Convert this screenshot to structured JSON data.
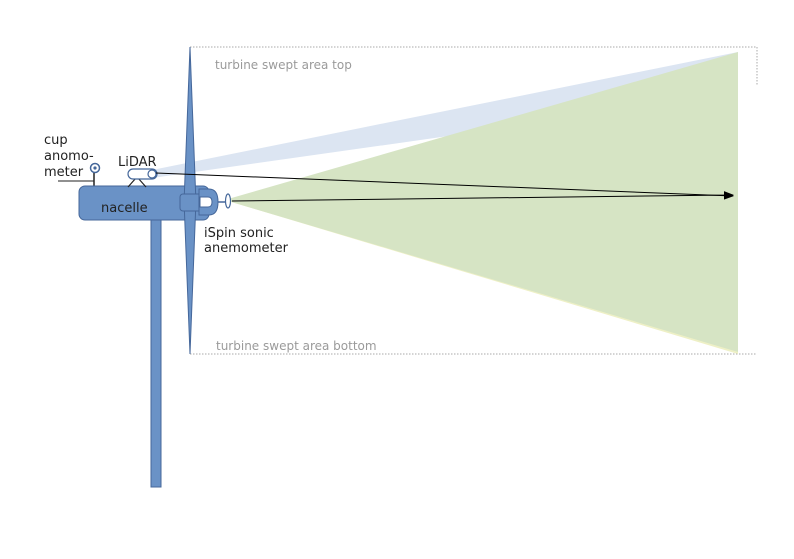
{
  "labels": {
    "swept_top": "turbine swept area top",
    "swept_bottom": "turbine swept area bottom",
    "cup_line1": "cup",
    "cup_line2": "anomo-",
    "cup_line3": "meter",
    "lidar": "LiDAR",
    "nacelle": "nacelle",
    "ispin_line1": "iSpin sonic",
    "ispin_line2": "anemometer"
  },
  "colors": {
    "turbine": "#6a92c6",
    "turbine_stroke": "#45679a",
    "lidar_cone": "#dce5f2",
    "ispin_cone": "#d6e4c4",
    "ispin_cone_edge": "#eef0c6",
    "dotted_line": "#aaaaaa",
    "arrow": "#000000"
  }
}
